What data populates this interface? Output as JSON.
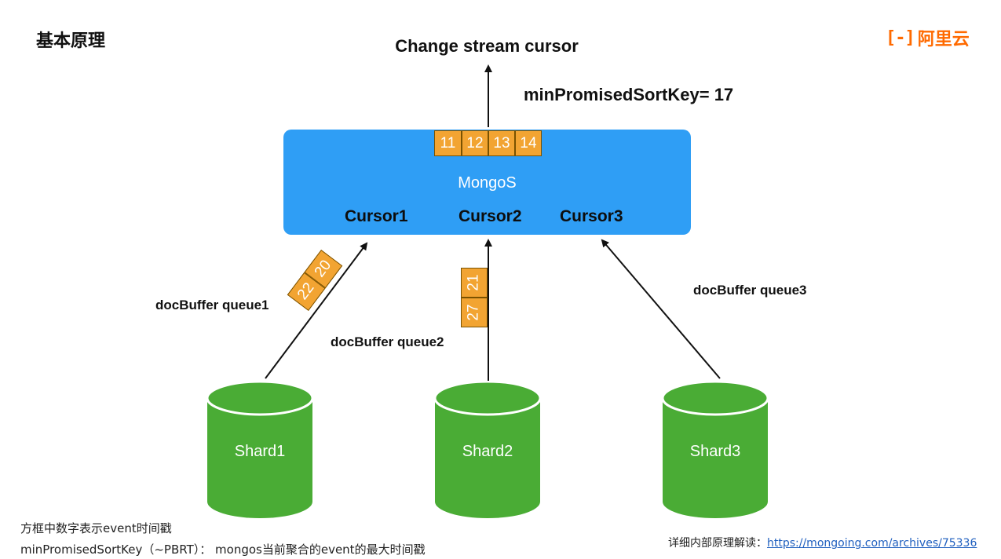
{
  "title": "基本原理",
  "logo": {
    "mark": "[-]",
    "text": "阿里云"
  },
  "diagram": {
    "output_title": "Change stream cursor",
    "min_key_label": "minPromisedSortKey= 17",
    "mongos_label": "MongoS",
    "cursors": [
      "Cursor1",
      "Cursor2",
      "Cursor3"
    ],
    "merged_buffer": [
      "11",
      "12",
      "13",
      "14"
    ],
    "queues": [
      {
        "label": "docBuffer queue1",
        "cells": [
          "20",
          "22"
        ]
      },
      {
        "label": "docBuffer queue2",
        "cells": [
          "21",
          "27"
        ]
      },
      {
        "label": "docBuffer queue3",
        "cells": []
      }
    ],
    "shards": [
      "Shard1",
      "Shard2",
      "Shard3"
    ],
    "colors": {
      "mongos": "#2f9ef5",
      "cell": "#f2a432",
      "shard": "#4aac35",
      "logo": "#ff6a00"
    }
  },
  "footer": {
    "note1": "方框中数字表示event时间戳",
    "note2": "minPromisedSortKey（~PBRT）： mongos当前聚合的event的最大时间戳"
  },
  "reference": {
    "prefix": "详细内部原理解读：",
    "url": "https://mongoing.com/archives/75336"
  }
}
